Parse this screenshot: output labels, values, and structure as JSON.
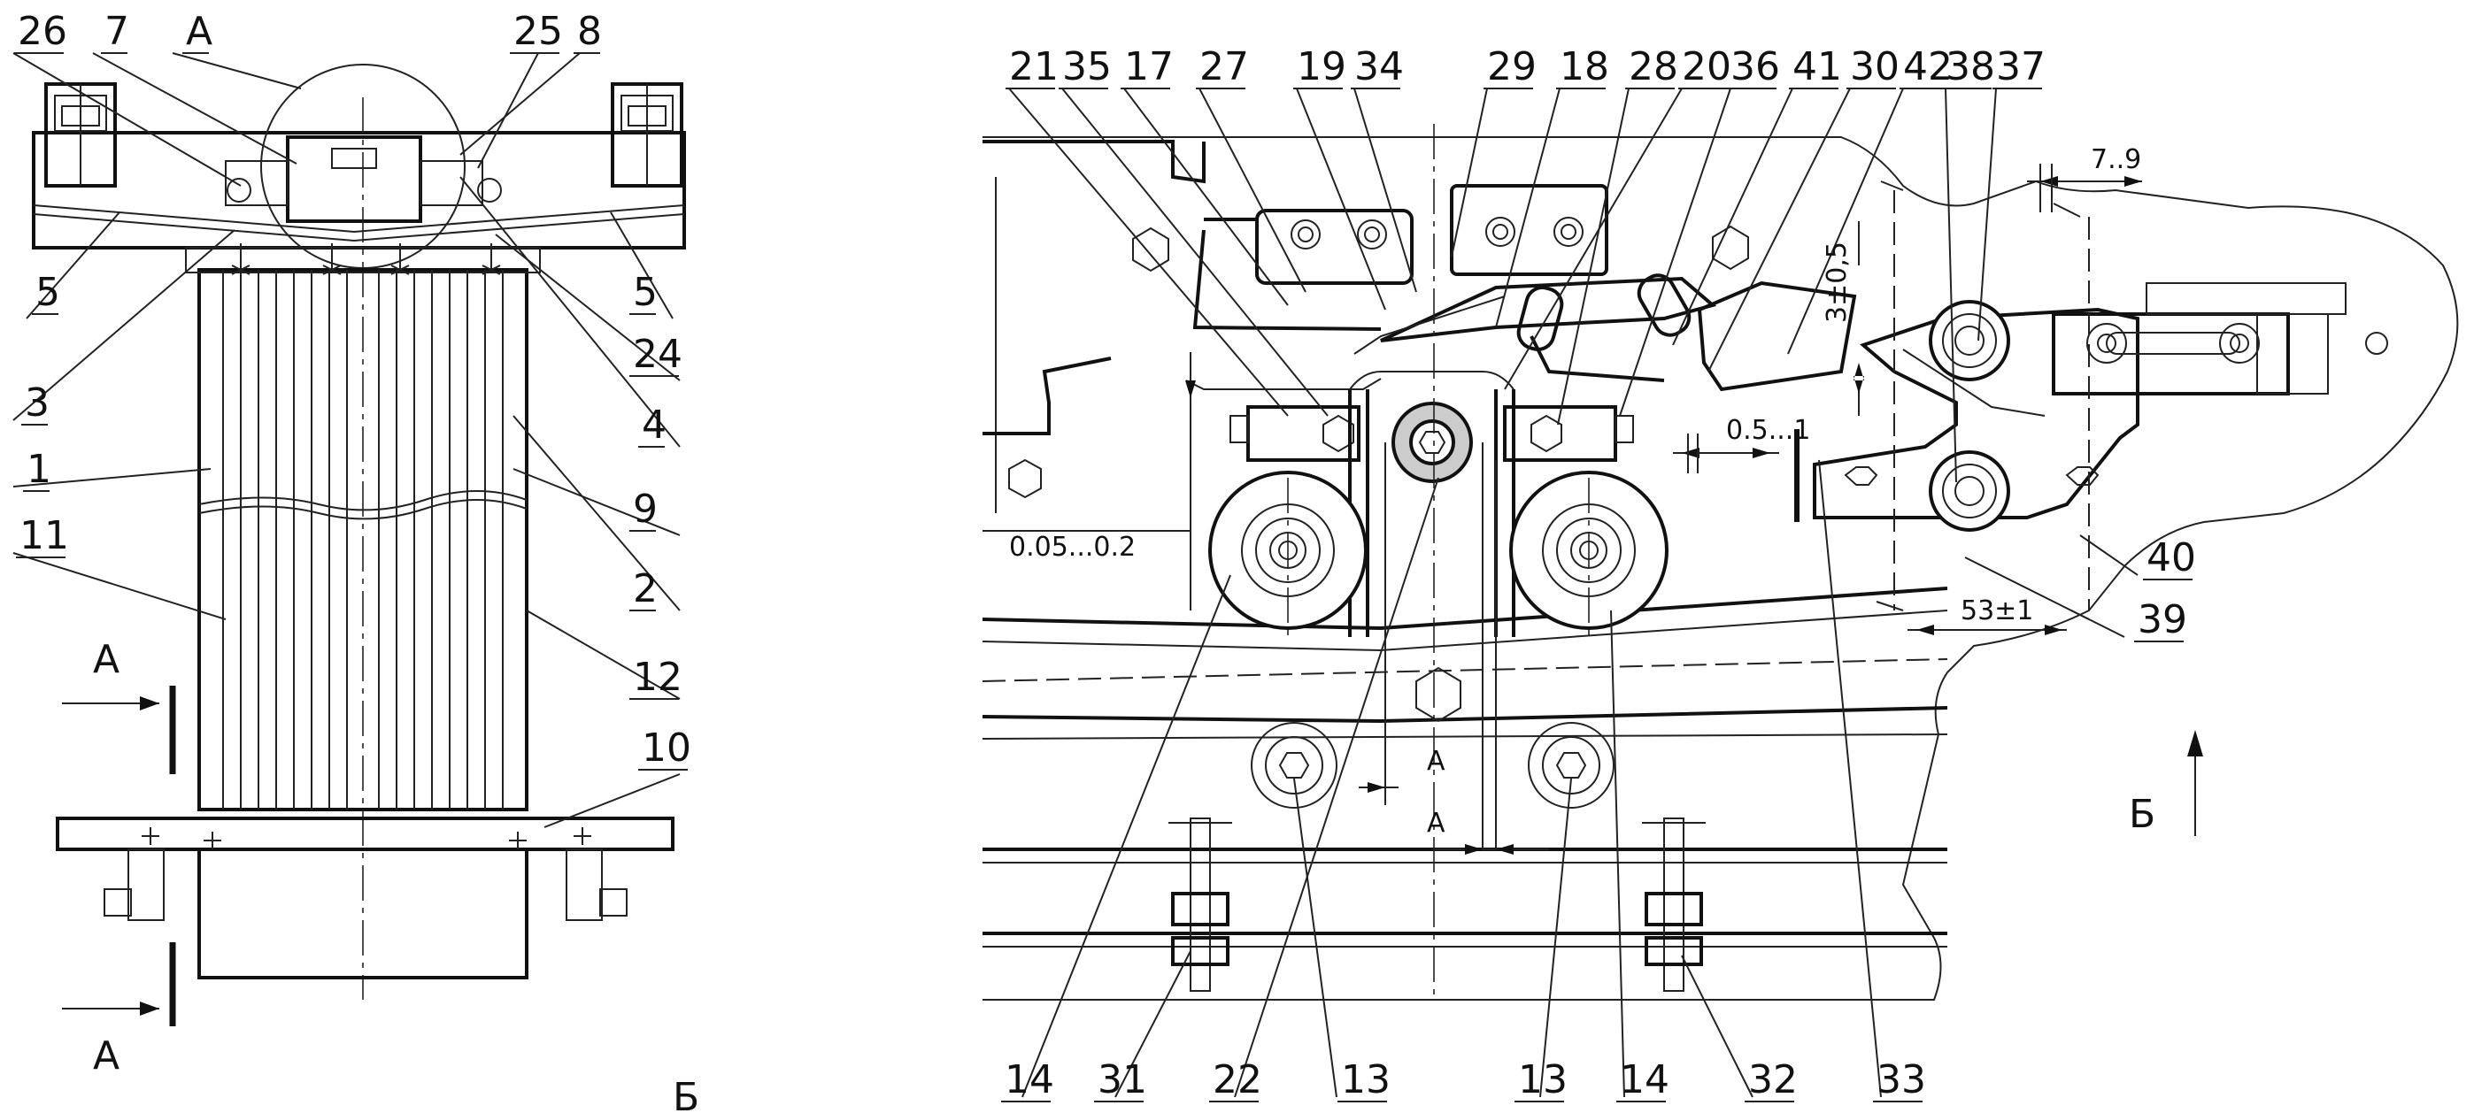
{
  "left_view": {
    "labels": [
      "26",
      "7",
      "А",
      "25",
      "8",
      "5",
      "5",
      "24",
      "3",
      "4",
      "1",
      "9",
      "2",
      "11",
      "12",
      "10"
    ],
    "view_marks": [
      "А",
      "А"
    ],
    "callout_circle": "А",
    "bottom_letter": "Б"
  },
  "right_view": {
    "top_labels": [
      "21",
      "35",
      "17",
      "27",
      "19",
      "34",
      "29",
      "18",
      "28",
      "20",
      "36",
      "41",
      "30",
      "42",
      "38",
      "37"
    ],
    "bottom_labels": [
      "14",
      "31",
      "22",
      "13",
      "13",
      "14",
      "32",
      "33"
    ],
    "side_labels": [
      "40",
      "39"
    ],
    "dimensions": {
      "gap_small": "0.05...0.2",
      "gap_mid": "0.5...1",
      "width_79": "7..9",
      "vertical_tol": "3±0,5",
      "spacing": "53±1",
      "clear_a1": "А",
      "clear_a2": "А"
    },
    "view_arrow": "Б"
  }
}
